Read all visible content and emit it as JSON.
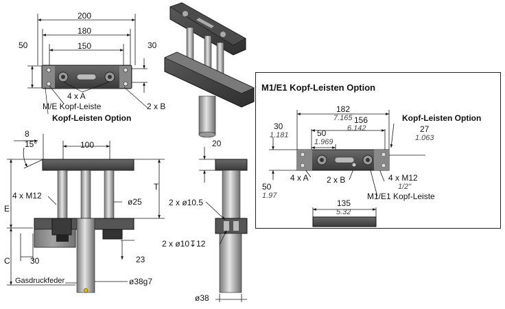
{
  "top_view": {
    "dim_200": "200",
    "dim_180": "180",
    "dim_150": "150",
    "dim_50": "50",
    "dim_30": "30",
    "label_4xA": "4 x A",
    "label_me_kopf_leiste": "M/E Kopf-Leiste",
    "label_2xB": "2 x B",
    "label_option": "Kopf-Leisten Option"
  },
  "front_view": {
    "dim_8": "8",
    "dim_15deg": "15°",
    "dim_100": "100",
    "label_4xM12": "4 x M12",
    "label_T": "T",
    "dim_d25": "ø25",
    "label_E": "E",
    "label_C": "C",
    "dim_30": "30",
    "dim_23": "23",
    "dim_d38g7": "ø38g7",
    "label_gasdruckfeder": "Gasdruckfeder"
  },
  "side_view": {
    "dim_20": "20",
    "label_2xd10_5": "2 x ø10.5",
    "label_2xd10_12": "2 x ø10↧12",
    "dim_d38": "ø38"
  },
  "inset": {
    "title": "M1/E1 Kopf-Leisten Option",
    "dim_182": "182",
    "dim_182_in": "7.165",
    "dim_156": "156",
    "dim_156_in": "6.142",
    "dim_50": "50",
    "dim_50_in": "1.969",
    "dim_30": "30",
    "dim_30_in": "1.181",
    "dim_27": "27",
    "dim_27_in": "1.063",
    "label_option": "Kopf-Leisten Option",
    "dim_50b": "50",
    "dim_50b_in": "1.97",
    "label_4xA": "4 x A",
    "label_2xB": "2 x B",
    "label_4xM12": "4 x M12",
    "thread_half": "1/2\"",
    "label_m1e1": "M1/E1 Kopf-Leiste",
    "dim_135": "135",
    "dim_135_in": "5.32"
  }
}
